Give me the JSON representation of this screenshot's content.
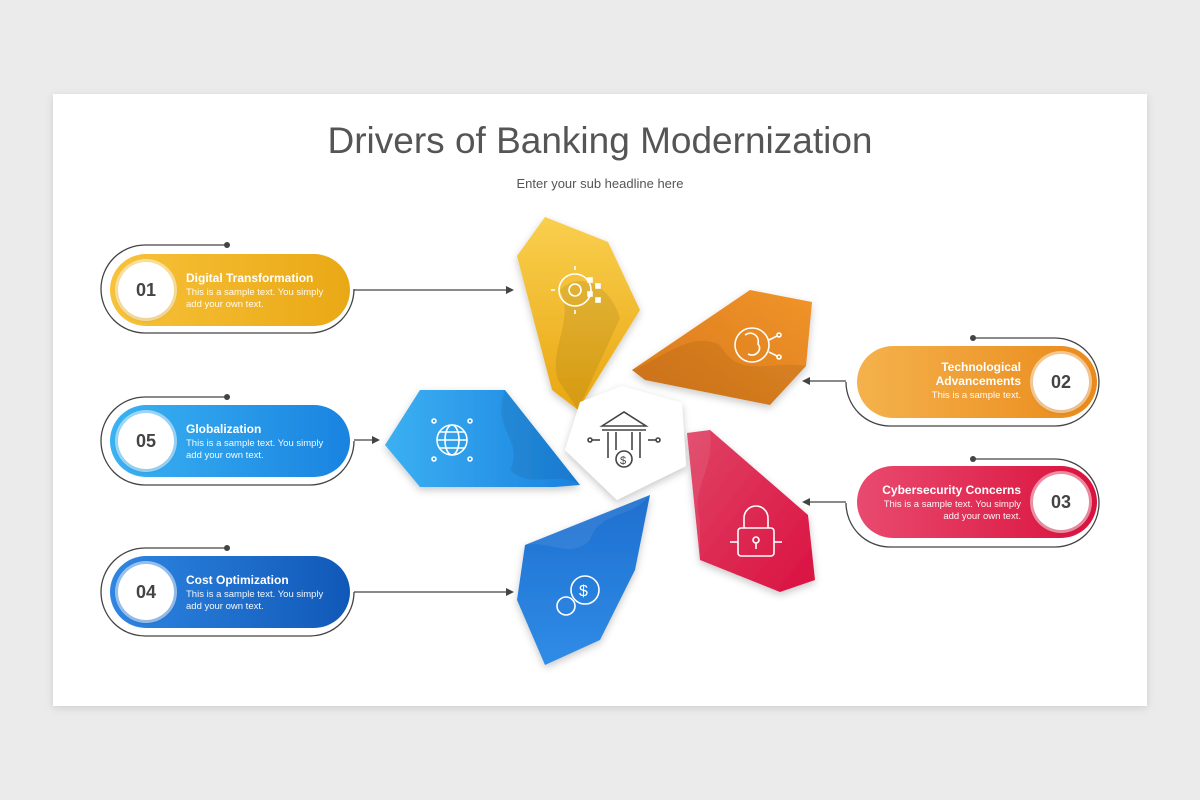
{
  "title": "Drivers of Banking Modernization",
  "subtitle": "Enter your sub headline here",
  "items": [
    {
      "number": "01",
      "heading": "Digital Transformation",
      "text": "This is a sample text. You simply add your own text.",
      "color": "#f2b321",
      "icon": "gear-circuit-icon"
    },
    {
      "number": "02",
      "heading": "Technological Advancements",
      "text": "This is a sample text.",
      "color": "#ee9426",
      "icon": "brain-circuit-icon"
    },
    {
      "number": "03",
      "heading": "Cybersecurity Concerns",
      "text": "This is a sample text. You simply add your own text.",
      "color": "#e0274f",
      "icon": "padlock-icon"
    },
    {
      "number": "04",
      "heading": "Cost Optimization",
      "text": "This is a sample text. You simply add your own text.",
      "color": "#1a6bcc",
      "icon": "dollar-gear-icon"
    },
    {
      "number": "05",
      "heading": "Globalization",
      "text": "This is a sample text. You simply add your own text.",
      "color": "#2a9aea",
      "icon": "globe-network-icon"
    }
  ],
  "center_icon": "bank-icon",
  "colors": {
    "background": "#ebebeb",
    "slide": "#ffffff",
    "connector": "#444444"
  }
}
